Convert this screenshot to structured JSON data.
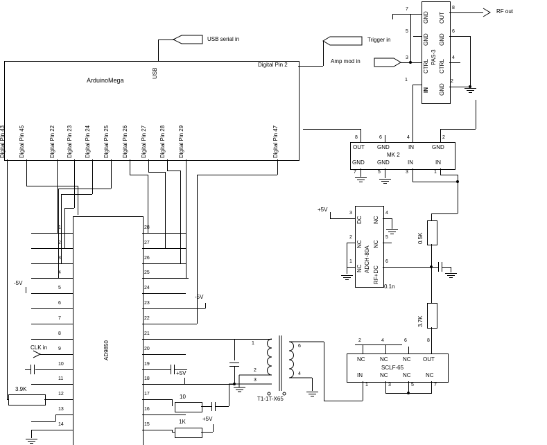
{
  "arduino": {
    "name": "ArduinoMega",
    "usb": "USB",
    "pin2": "Digital Pin 2",
    "pin47": "Digital Pin 47",
    "bottom_pins": [
      "Digital Pin 43",
      "Digital Pin 45",
      "Digital Pin 22",
      "Digital Pin 23",
      "Digital Pin 24",
      "Digital Pin 25",
      "Digital Pin 26",
      "Digital Pin 27",
      "Digital Pin 28",
      "Digital Pin 29"
    ]
  },
  "io": {
    "usb_serial": "USB serial in",
    "trigger": "Trigger in",
    "amp_mod": "Amp mod in",
    "rf_out": "RF out",
    "clk_in": "CLK in"
  },
  "dds": {
    "name": "AD9850",
    "left_pins": [
      "1",
      "2",
      "3",
      "4",
      "5",
      "6",
      "7",
      "8",
      "9",
      "10",
      "11",
      "12",
      "13",
      "14"
    ],
    "right_pins": [
      "28",
      "27",
      "26",
      "25",
      "24",
      "23",
      "22",
      "21",
      "20",
      "19",
      "18",
      "17",
      "16",
      "15"
    ],
    "neg5v_left": "-5V",
    "neg5v_right": "-5V",
    "plus5v_mid": "+5V",
    "plus5v_low": "+5V",
    "r39k": "3.9K",
    "r10": "10",
    "r1k": "1K"
  },
  "transformer": {
    "name": "T1-1T-X65",
    "p1": "1",
    "p2": "2",
    "p3": "3",
    "p6": "6",
    "p4": "4"
  },
  "sclf": {
    "name": "SCLF-65",
    "top": [
      {
        "n": "2",
        "label": "NC"
      },
      {
        "n": "4",
        "label": "NC"
      },
      {
        "n": "6",
        "label": "NC"
      },
      {
        "n": "8",
        "label": "OUT"
      }
    ],
    "bottom": [
      {
        "n": "1",
        "label": "IN"
      },
      {
        "n": "3",
        "label": "NC"
      },
      {
        "n": "5",
        "label": "NC"
      },
      {
        "n": "7",
        "label": "NC"
      }
    ]
  },
  "bias": {
    "r05k": "0.5K",
    "r37k": "3.7K",
    "cap": "0.1n"
  },
  "adch": {
    "name": "ADCH-80A",
    "plus5v": "+5V",
    "left": [
      {
        "n": "3",
        "label": "DC"
      },
      {
        "n": "2",
        "label": "NC"
      },
      {
        "n": "1",
        "label": "NC"
      }
    ],
    "right": [
      {
        "n": "4",
        "label": "NC"
      },
      {
        "n": "5",
        "label": "NC"
      },
      {
        "n": "6",
        "label": "RF+DC"
      }
    ]
  },
  "mk2": {
    "name": "MK 2",
    "top": [
      {
        "n": "8",
        "label": "OUT"
      },
      {
        "n": "6",
        "label": "GND"
      },
      {
        "n": "4",
        "label": "IN"
      },
      {
        "n": "2",
        "label": "GND"
      }
    ],
    "bottom": [
      {
        "n": "7",
        "label": "GND"
      },
      {
        "n": "5",
        "label": "GND"
      },
      {
        "n": "3",
        "label": "IN"
      },
      {
        "n": "1",
        "label": "IN"
      }
    ]
  },
  "pas3": {
    "name": "PAS-3",
    "left": [
      {
        "n": "7",
        "label": "GND"
      },
      {
        "n": "5",
        "label": "GND"
      },
      {
        "n": "3",
        "label": "CTRL"
      },
      {
        "n": "1",
        "label": "IN"
      }
    ],
    "right": [
      {
        "n": "8",
        "label": "OUT"
      },
      {
        "n": "6",
        "label": "GND"
      },
      {
        "n": "4",
        "label": "CTRL"
      },
      {
        "n": "2",
        "label": "GND"
      }
    ]
  }
}
